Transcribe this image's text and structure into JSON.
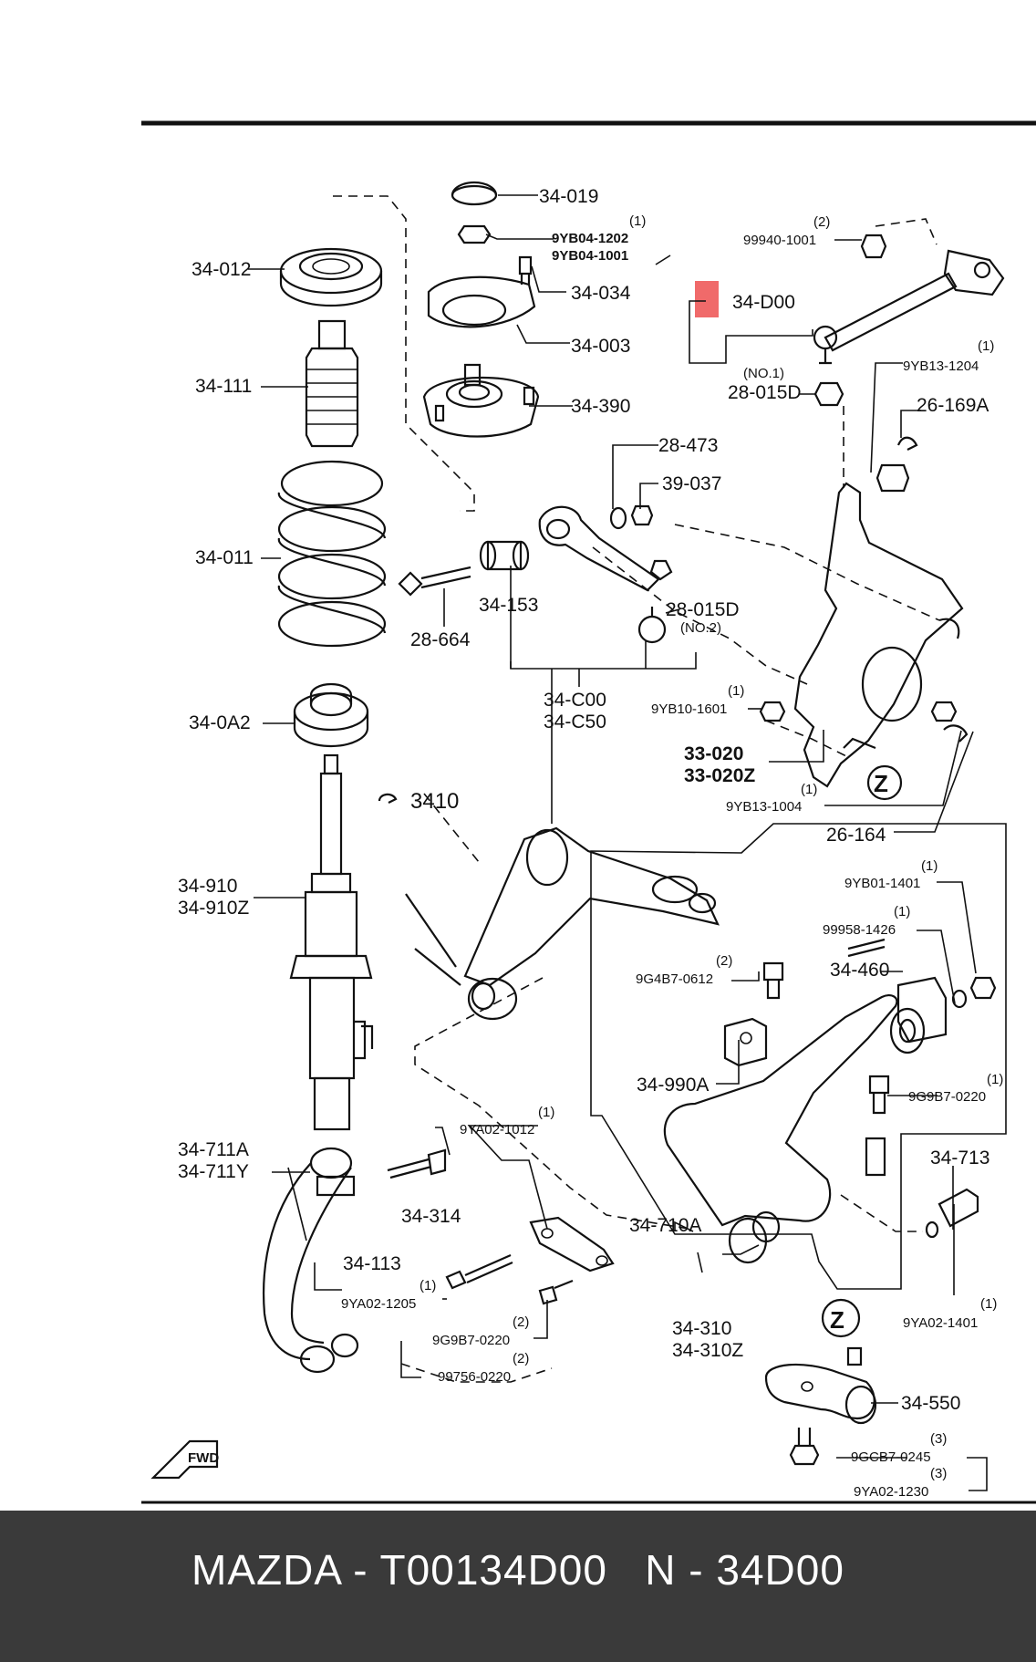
{
  "footer": {
    "title": "MAZDA - T00134D00   N - 34D00"
  },
  "highlight_color": "#f06a6a",
  "labels": {
    "l34_019": "34-019",
    "l9yb04_1202": "9YB04-1202",
    "q9yb04": "(1)",
    "l9yb04_1001": "9YB04-1001",
    "l34_012": "34-012",
    "l34_034": "34-034",
    "l34_003": "34-003",
    "l34_390": "34-390",
    "l34_111": "34-111",
    "l34_011": "34-011",
    "l28_664": "28-664",
    "l34_153": "34-153",
    "l28_473": "28-473",
    "l39_037": "39-037",
    "l28_015d_2": "28-015D",
    "no2": "(NO.2)",
    "l34_c00": "34-C00",
    "l34_c50": "34-C50",
    "l34_0a2": "34-0A2",
    "l3410": "3410",
    "l34_910": "34-910",
    "l34_910z": "34-910Z",
    "q99940": "(2)",
    "l99940": "99940-1001",
    "l34_d00": "34-D00",
    "no1": "(NO.1)",
    "l28_015d_1": "28-015D",
    "q9yb13_1204": "(1)",
    "l9yb13_1204": "9YB13-1204",
    "l26_169a": "26-169A",
    "q9yb10": "(1)",
    "l9yb10": "9YB10-1601",
    "l33_020": "33-020",
    "l33_020z": "33-020Z",
    "q9yb13_1004": "(1)",
    "l9yb13_1004": "9YB13-1004",
    "l26_164": "26-164",
    "q9yb01": "(1)",
    "l9yb01": "9YB01-1401",
    "q99958": "(1)",
    "l99958": "99958-1426",
    "q9g4b7": "(2)",
    "l9g4b7": "9G4B7-0612",
    "l34_460": "34-460",
    "l34_990a": "34-990A",
    "q9g9b7_r": "(1)",
    "l9g9b7_r": "9G9B7-0220",
    "q9ya02_1012": "(1)",
    "l9ya02_1012": "9YA02-1012",
    "l34_711a": "34-711A",
    "l34_711y": "34-711Y",
    "l34_314": "34-314",
    "l34_710a": "34-710A",
    "l34_713": "34-713",
    "l34_113": "34-113",
    "q9ya02_1205": "(1)",
    "l9ya02_1205": "9YA02-1205",
    "q9g9b7_l": "(2)",
    "l9g9b7_l": "9G9B7-0220",
    "q99756": "(2)",
    "l99756": "99756-0220",
    "l34_310": "34-310",
    "l34_310z": "34-310Z",
    "q9ya02_1401": "(1)",
    "l9ya02_1401": "9YA02-1401",
    "l34_550": "34-550",
    "q9gcb7": "(3)",
    "l9gcb7": "9GCB7-0245",
    "q9ya02_1230": "(3)",
    "l9ya02_1230": "9YA02-1230",
    "z1": "Z",
    "z2": "Z",
    "fwd": "FWD"
  }
}
